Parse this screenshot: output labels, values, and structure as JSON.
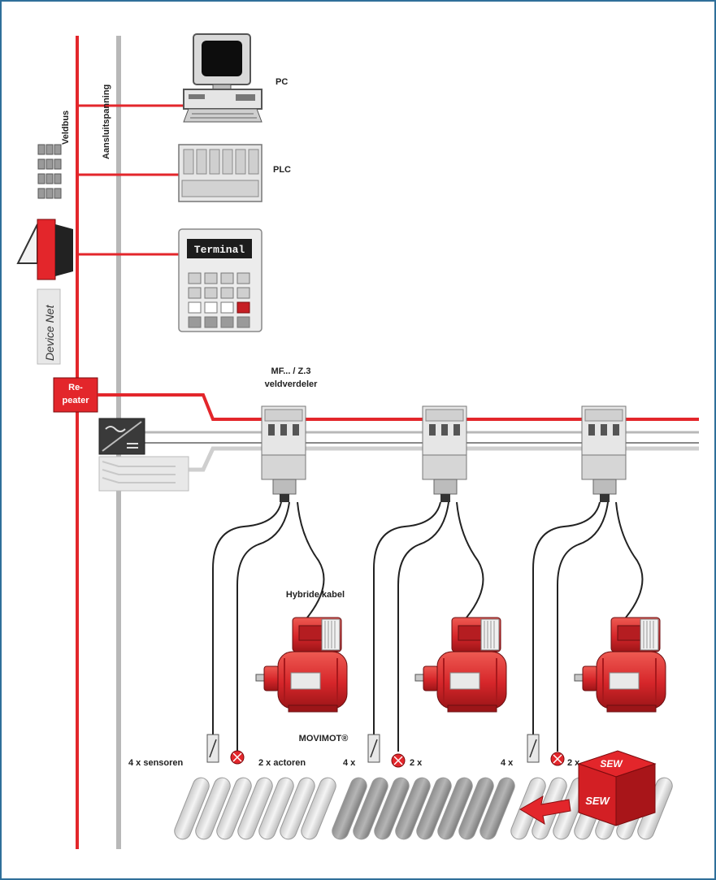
{
  "labels": {
    "veldbus": "Veldbus",
    "aansluitspanning": "Aansluitspanning",
    "pc": "PC",
    "plc": "PLC",
    "terminal_screen": "Terminal",
    "devicenet": "Device Net",
    "repeater_line1": "Re-",
    "repeater_line2": "peater",
    "mf_line1": "MF... / Z.3",
    "mf_line2": "veldverdeler",
    "hybride": "Hybride kabel",
    "movimot": "MOVIMOT®",
    "sensors_1": "4 x sensoren",
    "actors_1": "2 x actoren",
    "sensors_2": "4 x",
    "actors_2": "2 x",
    "sensors_3": "4 x",
    "actors_3": "2 x",
    "sew_top": "SEW",
    "sew_front": "SEW"
  },
  "colors": {
    "bus_red": "#e3262b",
    "power_gray": "#b8b8b8",
    "motor_red": "#d6262a",
    "frame_blue": "#2f6f9a"
  },
  "icons": [
    "pc-icon",
    "plc-icon",
    "terminal-icon",
    "converter-icon",
    "field-distributor-icon",
    "motor-icon",
    "sensor-icon",
    "actor-icon",
    "conveyor-icon",
    "box-icon",
    "arrow-icon"
  ]
}
